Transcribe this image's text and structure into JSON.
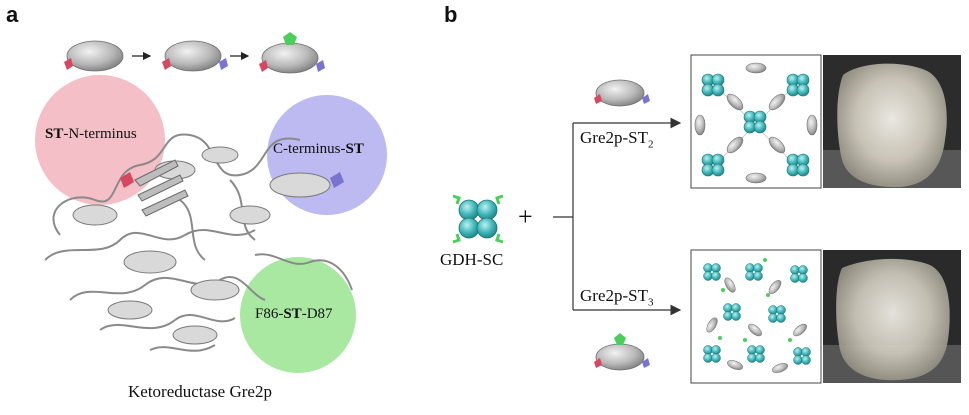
{
  "panel_a": {
    "label": "a",
    "regions": {
      "n_terminus": {
        "prefix": "ST",
        "suffix": "-N-terminus",
        "color": "#f4bfc6"
      },
      "c_terminus": {
        "prefix": "C-terminus-",
        "suffix": "ST",
        "color": "#bcbaf0"
      },
      "internal": {
        "prefix": "F86-",
        "middle": "ST",
        "suffix": "-D87",
        "color": "#a8e8a0"
      }
    },
    "caption": "Ketoreductase Gre2p"
  },
  "panel_b": {
    "label": "b",
    "reactant": "GDH-SC",
    "plus": "+",
    "product_top": {
      "base": "Gre2p-ST",
      "sub": "2"
    },
    "product_bottom": {
      "base": "Gre2p-ST",
      "sub": "3"
    }
  },
  "colors": {
    "tag_red": "#d9475e",
    "tag_purple": "#7a74d0",
    "tag_green": "#4bcf5a",
    "enzyme_teal": "#3fb7b9",
    "oval_grey": "#bdbdbd"
  }
}
